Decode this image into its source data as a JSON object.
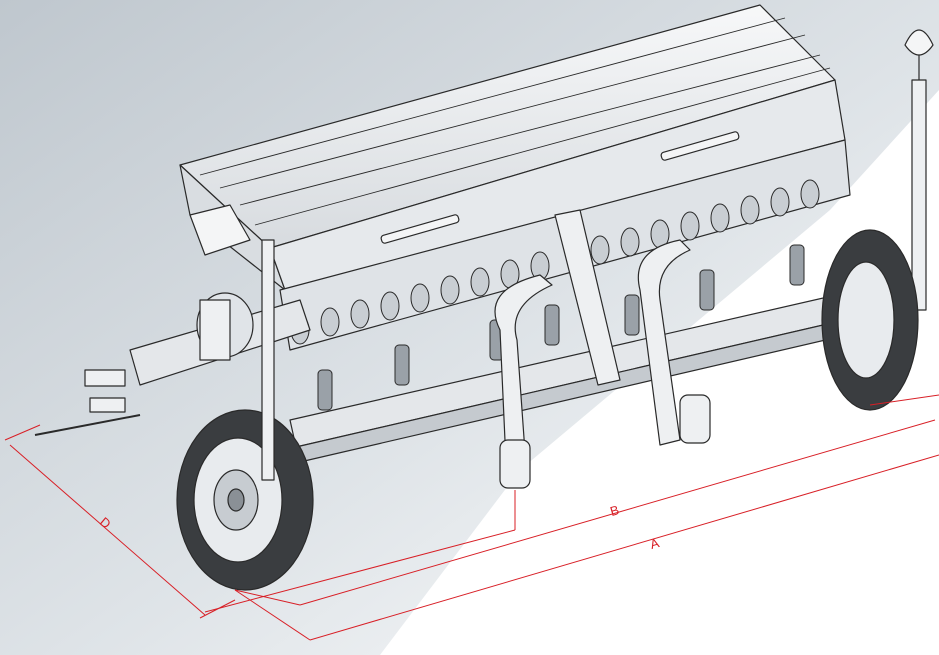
{
  "colors": {
    "dimension": "#d81f26",
    "outline": "#2a2a2a",
    "body_fill": "#f4f5f6",
    "shade": "#cfd3d7",
    "background_gradient_start": "#c7ced5",
    "background_gradient_end": "#ffffff"
  },
  "dimensions": {
    "a_label": "A",
    "b_label": "B",
    "d_label": "D"
  }
}
